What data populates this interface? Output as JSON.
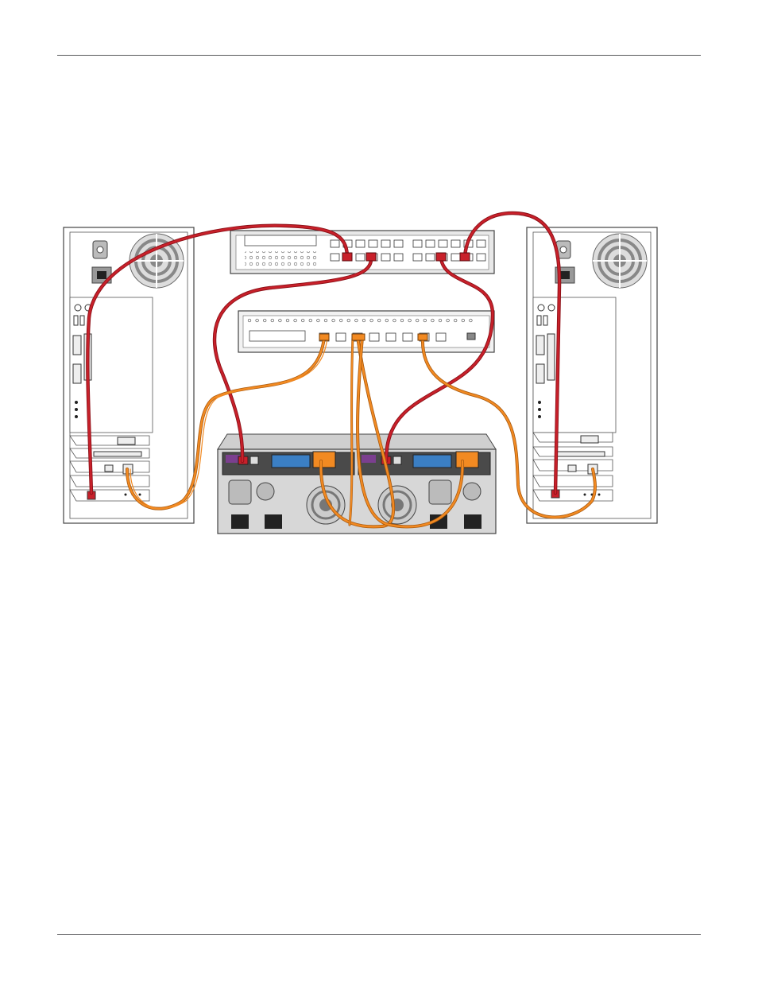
{
  "page": {
    "header_rule": true,
    "footer_rule": true
  },
  "diagram": {
    "components": [
      {
        "id": "server-left",
        "icon": "server-tower-icon"
      },
      {
        "id": "ethernet-switch",
        "icon": "ethernet-switch-icon"
      },
      {
        "id": "fc-switch",
        "icon": "fibre-channel-switch-icon"
      },
      {
        "id": "storage-array",
        "icon": "storage-enclosure-icon"
      },
      {
        "id": "server-right",
        "icon": "server-tower-icon"
      }
    ],
    "cable_colors": {
      "ethernet": "#c8202a",
      "fibre_channel": "#f28a22"
    },
    "colors": {
      "outline": "#3a3a3a",
      "panel": "#ffffff",
      "chassis": "#e6e6e6",
      "blue_ports": "#3b7fc4",
      "purple_port": "#7b3f8f"
    }
  }
}
